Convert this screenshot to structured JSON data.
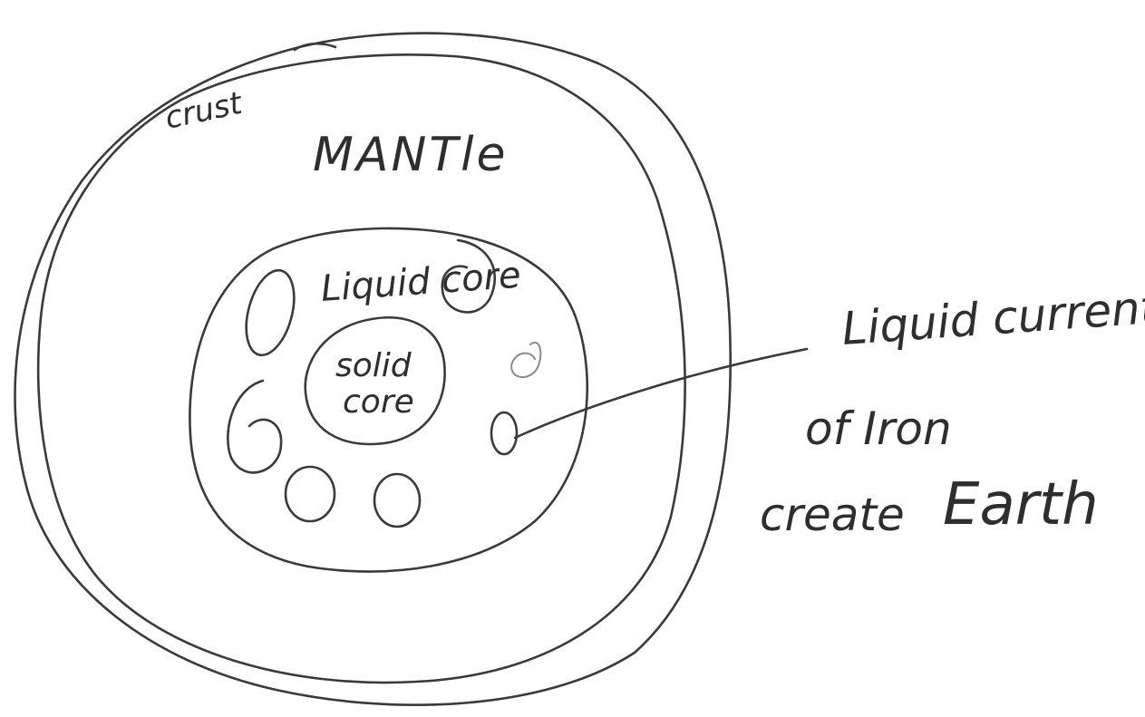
{
  "labels": {
    "crust": "crust",
    "mantle": "MANTle",
    "liquid_core": "Liquid core",
    "solid_core_line1": "solid",
    "solid_core_line2": "core",
    "note_line1": "Liquid currents",
    "note_line2": "of Iron",
    "note_line3_part1": "create",
    "note_line3_part2": "Earth"
  },
  "colors": {
    "ink": "#3a3a3a",
    "faint_ink": "#8a8a8a",
    "paper": "#ffffff"
  },
  "current_eddies": 7
}
